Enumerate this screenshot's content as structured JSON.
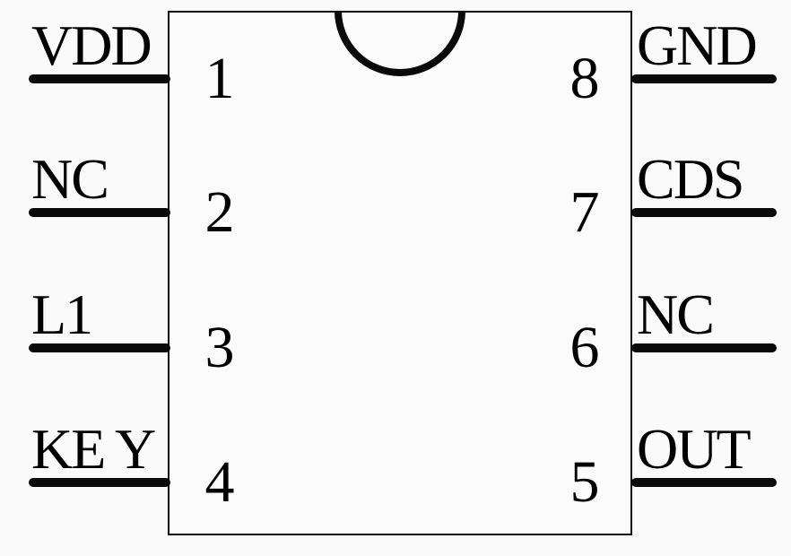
{
  "diagram": {
    "type": "ic-pinout",
    "package": "8-pin",
    "colors": {
      "background": "#fafafa",
      "line": "#0a0a0a"
    },
    "left_pins": [
      {
        "number": "1",
        "label": "VDD"
      },
      {
        "number": "2",
        "label": "NC"
      },
      {
        "number": "3",
        "label": "L1"
      },
      {
        "number": "4",
        "label": "KE Y"
      }
    ],
    "right_pins": [
      {
        "number": "8",
        "label": "GND"
      },
      {
        "number": "7",
        "label": "CDS"
      },
      {
        "number": "6",
        "label": "NC"
      },
      {
        "number": "5",
        "label": "OUT"
      }
    ]
  }
}
